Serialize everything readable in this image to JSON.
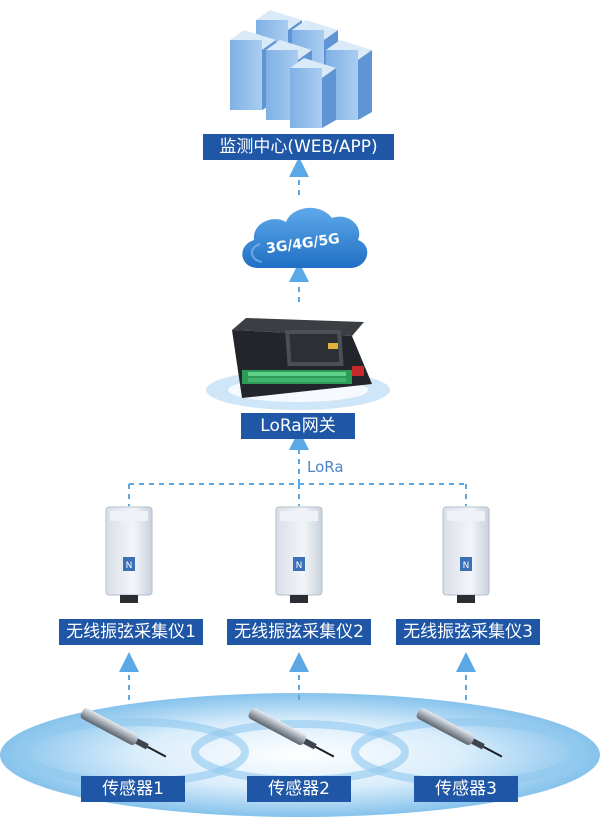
{
  "monitoring_center": {
    "label": "监测中心(WEB/APP)"
  },
  "cloud": {
    "label": "3G/4G/5G"
  },
  "gateway": {
    "label": "LoRa网关"
  },
  "link": {
    "label": "LoRa"
  },
  "collectors": [
    {
      "label": "无线振弦采集仪1"
    },
    {
      "label": "无线振弦采集仪2"
    },
    {
      "label": "无线振弦采集仪3"
    }
  ],
  "sensors": [
    {
      "label": "传感器1"
    },
    {
      "label": "传感器2"
    },
    {
      "label": "传感器3"
    }
  ],
  "colors": {
    "label_bg": "#1f57a6",
    "arrow": "#5aa9e6",
    "server": "#a9c9ee",
    "cloud": "#3c8bd8",
    "wave": "#a8d4f2"
  }
}
